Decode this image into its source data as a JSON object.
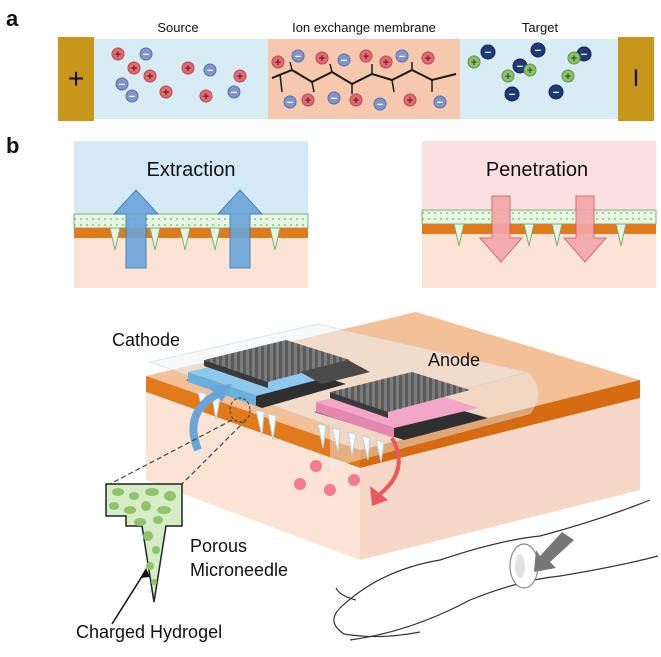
{
  "panel_a": {
    "letter": "a",
    "source_label": "Source",
    "membrane_label": "Ion exchange membrane",
    "target_label": "Target",
    "anode_sign": "+",
    "cathode_sign": "I",
    "plus_glyph": "+",
    "minus_glyph": "−"
  },
  "panel_b": {
    "letter": "b",
    "extraction_label": "Extraction",
    "penetration_label": "Penetration",
    "cathode_label": "Cathode",
    "anode_label": "Anode",
    "porous_label_line1": "Porous",
    "porous_label_line2": "Microneedle",
    "hydrogel_label": "Charged Hydrogel"
  },
  "colors": {
    "electrode": "#c8961a",
    "source_bg": "#d8ecf5",
    "membrane_bg": "#f6c8ad",
    "cation": "#e06b75",
    "anion": "#7f95c9",
    "target_anion": "#1f3a7a",
    "target_cation": "#8fbf6f",
    "skin_top": "#e07a1c",
    "skin_body": "#fbe3d6",
    "extraction_arrow": "#6aa5d8",
    "penetration_arrow": "#f4a6aa",
    "hydrogel_green": "#8fc46a",
    "cathode_gel": "#8ec8ec",
    "anode_gel": "#f3a6c8"
  }
}
